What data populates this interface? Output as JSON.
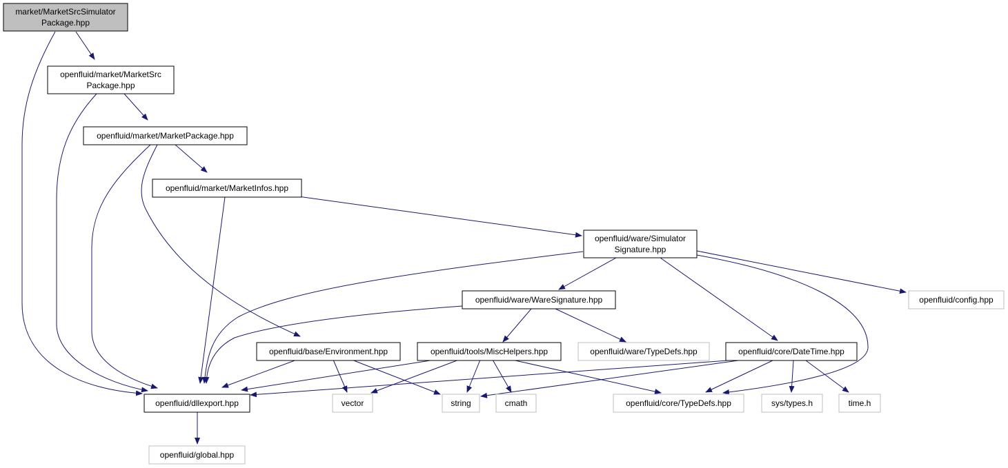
{
  "colors": {
    "edge": "#191970",
    "node_border": "#000000",
    "external_border": "#bfbfbf",
    "root_fill": "#bfbfbf",
    "node_fill": "#ffffff",
    "text": "#000000"
  },
  "nodes": [
    {
      "id": "root",
      "lines": [
        "market/MarketSrcSimulator",
        "Package.hpp"
      ],
      "kind": "root"
    },
    {
      "id": "mktsrc",
      "lines": [
        "openfluid/market/MarketSrc",
        "Package.hpp"
      ],
      "kind": "normal"
    },
    {
      "id": "mktpkg",
      "lines": [
        "openfluid/market/MarketPackage.hpp"
      ],
      "kind": "normal"
    },
    {
      "id": "mktinfos",
      "lines": [
        "openfluid/market/MarketInfos.hpp"
      ],
      "kind": "normal"
    },
    {
      "id": "simsig",
      "lines": [
        "openfluid/ware/Simulator",
        "Signature.hpp"
      ],
      "kind": "normal"
    },
    {
      "id": "waresig",
      "lines": [
        "openfluid/ware/WareSignature.hpp"
      ],
      "kind": "normal"
    },
    {
      "id": "config",
      "lines": [
        "openfluid/config.hpp"
      ],
      "kind": "external"
    },
    {
      "id": "env",
      "lines": [
        "openfluid/base/Environment.hpp"
      ],
      "kind": "normal"
    },
    {
      "id": "misc",
      "lines": [
        "openfluid/tools/MiscHelpers.hpp"
      ],
      "kind": "normal"
    },
    {
      "id": "waretd",
      "lines": [
        "openfluid/ware/TypeDefs.hpp"
      ],
      "kind": "external"
    },
    {
      "id": "datetime",
      "lines": [
        "openfluid/core/DateTime.hpp"
      ],
      "kind": "normal"
    },
    {
      "id": "dll",
      "lines": [
        "openfluid/dllexport.hpp"
      ],
      "kind": "normal"
    },
    {
      "id": "vector",
      "lines": [
        "vector"
      ],
      "kind": "external"
    },
    {
      "id": "string",
      "lines": [
        "string"
      ],
      "kind": "external"
    },
    {
      "id": "cmath",
      "lines": [
        "cmath"
      ],
      "kind": "external"
    },
    {
      "id": "coretd",
      "lines": [
        "openfluid/core/TypeDefs.hpp"
      ],
      "kind": "external"
    },
    {
      "id": "systypes",
      "lines": [
        "sys/types.h"
      ],
      "kind": "external"
    },
    {
      "id": "timeh",
      "lines": [
        "time.h"
      ],
      "kind": "external"
    },
    {
      "id": "global",
      "lines": [
        "openfluid/global.hpp"
      ],
      "kind": "external"
    }
  ],
  "edges": [
    [
      "root",
      "mktsrc"
    ],
    [
      "root",
      "dll"
    ],
    [
      "mktsrc",
      "mktpkg"
    ],
    [
      "mktsrc",
      "dll"
    ],
    [
      "mktpkg",
      "mktinfos"
    ],
    [
      "mktpkg",
      "dll"
    ],
    [
      "mktpkg",
      "env"
    ],
    [
      "mktinfos",
      "dll"
    ],
    [
      "mktinfos",
      "simsig"
    ],
    [
      "simsig",
      "dll"
    ],
    [
      "simsig",
      "waresig"
    ],
    [
      "simsig",
      "datetime"
    ],
    [
      "simsig",
      "coretd"
    ],
    [
      "simsig",
      "config"
    ],
    [
      "waresig",
      "dll"
    ],
    [
      "waresig",
      "misc"
    ],
    [
      "waresig",
      "waretd"
    ],
    [
      "env",
      "dll"
    ],
    [
      "env",
      "vector"
    ],
    [
      "env",
      "string"
    ],
    [
      "misc",
      "dll"
    ],
    [
      "misc",
      "vector"
    ],
    [
      "misc",
      "string"
    ],
    [
      "misc",
      "cmath"
    ],
    [
      "misc",
      "coretd"
    ],
    [
      "datetime",
      "dll"
    ],
    [
      "datetime",
      "string"
    ],
    [
      "datetime",
      "coretd"
    ],
    [
      "datetime",
      "systypes"
    ],
    [
      "datetime",
      "timeh"
    ],
    [
      "dll",
      "global"
    ]
  ]
}
